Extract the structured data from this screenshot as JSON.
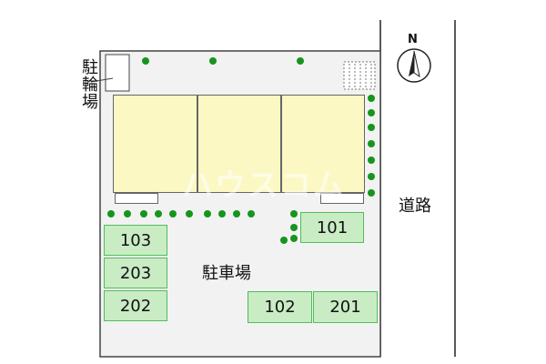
{
  "colors": {
    "lot": "#f2f2f2",
    "lot_border": "#444444",
    "building": "#fbf8c4",
    "parking_slot": "#c9ecc5",
    "slot_border": "#4fbf55",
    "tree": "#16951d",
    "road_line": "#222222"
  },
  "labels": {
    "bicycle_parking": "駐輪場",
    "parking": "駐車場",
    "road": "道路",
    "north": "N",
    "watermark": "ハウスコム"
  },
  "parking_slots": [
    "103",
    "203",
    "202",
    "101",
    "102",
    "201"
  ],
  "icons": {
    "compass": "north-arrow-icon",
    "tree": "tree-dot-icon",
    "garbage_area": "hatched-area-icon"
  }
}
